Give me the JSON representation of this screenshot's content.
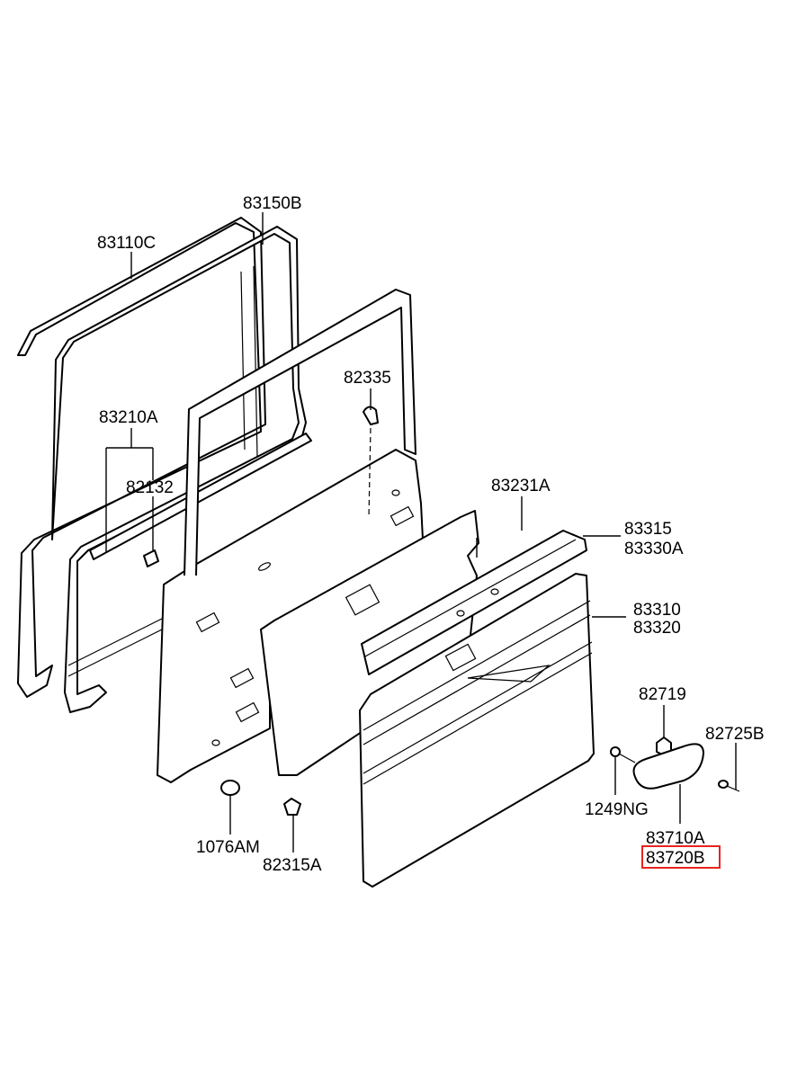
{
  "labels": {
    "l83110C": "83110C",
    "l83150B": "83150B",
    "l82335": "82335",
    "l83210A": "83210A",
    "l82132": "82132",
    "l83231A": "83231A",
    "l83315": "83315",
    "l83330A": "83330A",
    "l83310": "83310",
    "l83320": "83320",
    "l82719": "82719",
    "l82725B": "82725B",
    "l1249NG": "1249NG",
    "l83710A": "83710A",
    "l83720B": "83720B",
    "l1076AM": "1076AM",
    "l82315A": "82315A"
  },
  "colors": {
    "highlight": "#e8231f",
    "line": "#000000",
    "background": "#ffffff"
  }
}
